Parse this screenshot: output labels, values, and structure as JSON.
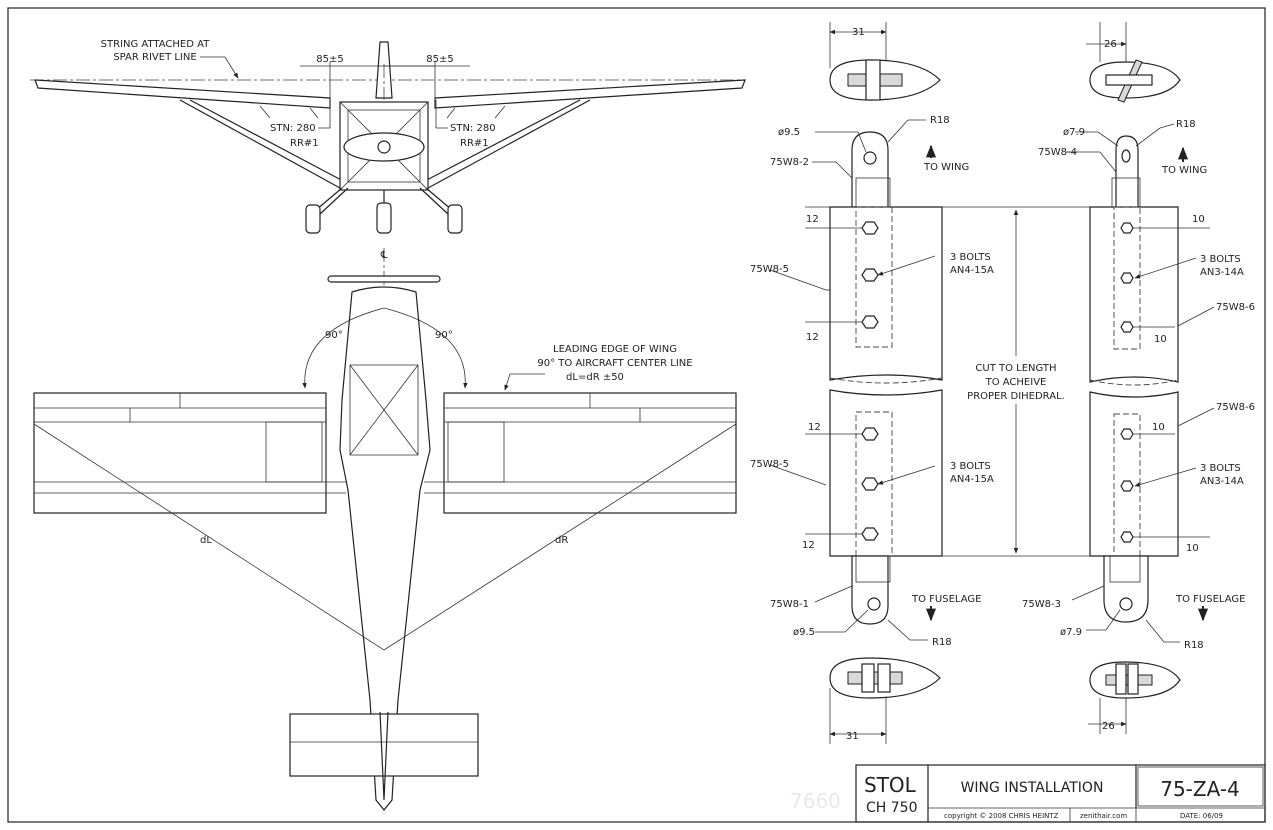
{
  "title_block": {
    "product_line1": "STOL",
    "product_line2": "CH 750",
    "title": "WING INSTALLATION",
    "drawing_number": "75-ZA-4",
    "copyright": "copyright © 2008   CHRIS HEINTZ",
    "website": "zenithair.com",
    "date": "DATE: 06/09",
    "stamp": "7660"
  },
  "front_view": {
    "string_note": [
      "STRING ATTACHED AT",
      "SPAR RIVET LINE"
    ],
    "dim_left": "85±5",
    "dim_right": "85±5",
    "stn_left": [
      "STN: 280",
      "RR#1"
    ],
    "stn_right": [
      "STN: 280",
      "RR#1"
    ]
  },
  "top_view": {
    "centerline": "℄",
    "angle_left": "90°",
    "angle_right": "90°",
    "leading_edge_note": [
      "LEADING EDGE OF WING",
      "90° TO AIRCRAFT CENTER LINE",
      "dL=dR  ±50"
    ],
    "diag_left": "dL",
    "diag_right": "dR"
  },
  "strut_left": {
    "top_width": "31",
    "bottom_width": "31",
    "hole_top": "ø9.5",
    "radius_top": "R18",
    "part_top_fitting": "75W8-2",
    "to_wing": "TO WING",
    "spacing": [
      "12",
      "12",
      "12",
      "12"
    ],
    "part_upper_strut": "75W8-5",
    "part_lower_strut": "75W8-5",
    "bolts_upper": [
      "3 BOLTS",
      "AN4-15A"
    ],
    "bolts_lower": [
      "3 BOLTS",
      "AN4-15A"
    ],
    "part_bottom_fitting": "75W8-1",
    "to_fuselage": "TO FUSELAGE",
    "hole_bottom": "ø9.5",
    "radius_bottom": "R18"
  },
  "strut_right": {
    "top_width": "26",
    "bottom_width": "26",
    "hole_top": "ø7.9",
    "radius_top": "R18",
    "part_top_fitting": "75W8-4",
    "to_wing": "TO WING",
    "spacing": [
      "10",
      "10",
      "10",
      "10"
    ],
    "part_upper_strut": "75W8-6",
    "part_lower_strut": "75W8-6",
    "bolts_upper": [
      "3 BOLTS",
      "AN3-14A"
    ],
    "bolts_lower": [
      "3 BOLTS",
      "AN3-14A"
    ],
    "part_bottom_fitting": "75W8-3",
    "to_fuselage": "TO FUSELAGE",
    "hole_bottom": "ø7.9",
    "radius_bottom": "R18"
  },
  "cut_note": [
    "CUT TO LENGTH",
    "TO ACHEIVE",
    "PROPER DIHEDRAL."
  ]
}
